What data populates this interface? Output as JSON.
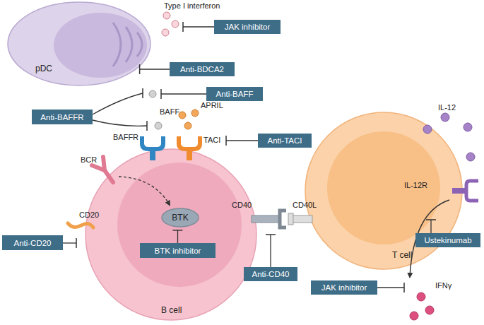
{
  "diagram": {
    "nodes": [
      {
        "text": [
          "pDC"
        ]
      },
      {
        "text": [
          "JAK inhibitor"
        ]
      },
      {
        "text": [
          "Anti-BDCA2"
        ]
      },
      {
        "text": [
          "Anti-BAFF"
        ]
      },
      {
        "text": [
          "Anti-BAFFR"
        ]
      },
      {
        "text": [
          "Anti-TACI"
        ]
      },
      {
        "text": [
          "B cell"
        ]
      },
      {
        "text": [
          "BTK"
        ],
        "in": 6
      },
      {
        "text": [
          "BTK inhibitor"
        ],
        "in": 6
      },
      {
        "text": [
          "Anti-CD20"
        ]
      },
      {
        "text": [
          "Anti-CD40"
        ]
      },
      {
        "text": [
          "T cell"
        ]
      },
      {
        "text": [
          "Ustekinumab"
        ]
      },
      {
        "text": [
          "JAK inhibitor"
        ]
      }
    ],
    "edges": [
      {
        "from": 2,
        "to": 0,
        "arrow": "to"
      },
      {
        "from": 8,
        "to": 7,
        "arrow": "to"
      }
    ],
    "labels": [
      "Type I interferon",
      "BAFF",
      "APRIL",
      "BAFFR",
      "TACI",
      "BCR",
      "CD20",
      "CD40",
      "CD40L",
      "IL-12",
      "IL-12R",
      "IFNγ"
    ]
  }
}
